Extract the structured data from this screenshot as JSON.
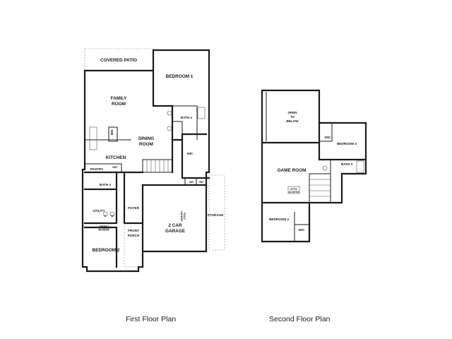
{
  "first_floor": {
    "caption": "First Floor Plan",
    "rooms": {
      "covered_patio": "COVERED PATIO",
      "bedroom1": "BEDROOM 1",
      "family_room": [
        "FAMILY",
        "ROOM"
      ],
      "bath1": "BATH 1",
      "dining_room": [
        "DINING",
        "ROOM"
      ],
      "mic": "MIC",
      "kitchen": "KITCHEN",
      "ref": "REF",
      "wic": "WIC",
      "pantry": "PANTRY",
      "bath2": "BATH 2",
      "wh1": "WH",
      "wh2": "WH",
      "utility": "UTILITY",
      "dryer": "D",
      "washer": "W",
      "attic_access": [
        "ATTIC",
        "ACCESS"
      ],
      "foyer": "FOYER",
      "front_porch": [
        "FRONT",
        "PORCH"
      ],
      "garage": [
        "2 CAR",
        "GARAGE"
      ],
      "ladder": [
        "LADDER",
        "FOLD"
      ],
      "storage": "STORAGE",
      "bedroom2": "BEDROOM 2"
    }
  },
  "second_floor": {
    "caption": "Second Floor Plan",
    "rooms": {
      "open_to_below": [
        "OPEN",
        "TO",
        "BELOW"
      ],
      "wic_top": "WIC",
      "bedroom3": "BEDROOM 3",
      "bath3": "BATH 3",
      "game_room": "GAME ROOM",
      "attic_access": [
        "ATTIC",
        "ACCESS"
      ],
      "bedroom4": "BEDROOM 4",
      "wic_bottom": "WIC"
    }
  }
}
